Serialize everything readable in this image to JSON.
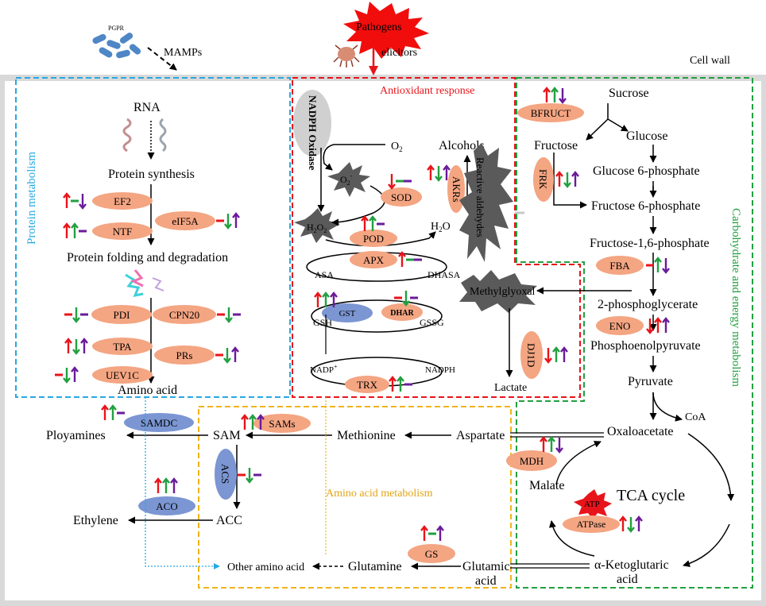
{
  "top": {
    "pgpr": "PGPR",
    "mamps": "MAMPs",
    "pathogens": "Pathogens",
    "elicitors": "elicitors",
    "cell_wall": "Cell wall"
  },
  "protein": {
    "title": "Protein metabolism",
    "rna": "RNA",
    "synthesis": "Protein synthesis",
    "folding": "Protein folding and degradation",
    "amino_acid": "Amino acid",
    "enzymes": [
      "EF2",
      "NTF",
      "eIF5A",
      "PDI",
      "CPN20",
      "TPA",
      "PRs",
      "UEV1C"
    ]
  },
  "antiox": {
    "title": "Antioxidant response",
    "nadph_oxidase": "NADPH Oxidase",
    "o2": "O",
    "o2_sub": "2",
    "superoxide": "O",
    "superoxide_sub": "2",
    "superoxide_sup": "-",
    "h2o2": "H",
    "h2o2_a": "2",
    "h2o2_b": "O",
    "h2o2_c": "2",
    "h2o": "H",
    "h2o_sub": "2",
    "h2o_o": "O",
    "alcohols": "Alcohols",
    "reactive_aldehydes": "Reactive aldehydes",
    "asa": "ASA",
    "dhasa": "DHASA",
    "gsh": "GSH",
    "gssg": "GSSG",
    "nadp": "NADP",
    "nadp_sup": "+",
    "nadph": "NADPH",
    "methylglyoxal": "Methylglyoxal",
    "lactate": "Lactate",
    "enzymes": [
      "SOD",
      "AKRs",
      "POD",
      "APX",
      "GST",
      "DHAR",
      "TRX",
      "DJ1D"
    ]
  },
  "carb": {
    "title": "Carbohydrate and energy metabolism",
    "sucrose": "Sucrose",
    "glucose": "Glucose",
    "fructose": "Fructose",
    "g6p": "Glucose 6-phosphate",
    "f6p": "Fructose 6-phosphate",
    "f16p": "Fructose-1,6-phosphate",
    "pg2": "2-phosphoglycerate",
    "pep": "Phosphoenolpyruvate",
    "pyruvate": "Pyruvate",
    "coa": "CoA",
    "oxaloacetate": "Oxaloacetate",
    "malate": "Malate",
    "tca": "TCA cycle",
    "atp": "ATP",
    "akg_a": "α-Ketoglutaric",
    "akg_b": "acid",
    "enzymes": [
      "BFRUCT",
      "FRK",
      "FBA",
      "ENO",
      "MDH",
      "ATPase"
    ]
  },
  "amino": {
    "title": "Amino acid metabolism",
    "ployamines": "Ployamines",
    "sam": "SAM",
    "methionine": "Methionine",
    "aspartate": "Aspartate",
    "ethylene": "Ethylene",
    "acc": "ACC",
    "other": "Other amino acid",
    "glutamine": "Glutamine",
    "glutamic_a": "Glutamic",
    "glutamic_b": "acid",
    "enzymes": [
      "SAMDC",
      "SAMs",
      "ACS",
      "ACO",
      "GS"
    ]
  },
  "colors": {
    "enzyme_fill": "#f4a582",
    "blue_enzyme": "#7b96d2",
    "red": "#e8141b",
    "green": "#22a040",
    "purple": "#6a1b9a"
  }
}
